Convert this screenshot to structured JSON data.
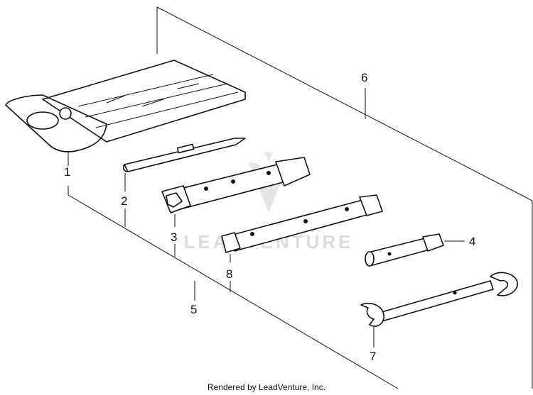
{
  "callouts": {
    "c1": "1",
    "c2": "2",
    "c3": "3",
    "c4": "4",
    "c5": "5",
    "c6": "6",
    "c7": "7",
    "c8": "8"
  },
  "watermark": {
    "text": "LEADVENTURE"
  },
  "footer": {
    "text": "Rendered by LeadVenture, Inc."
  },
  "colors": {
    "ink": "#111111",
    "watermark": "#dcdcdc",
    "background": "#ffffff"
  }
}
